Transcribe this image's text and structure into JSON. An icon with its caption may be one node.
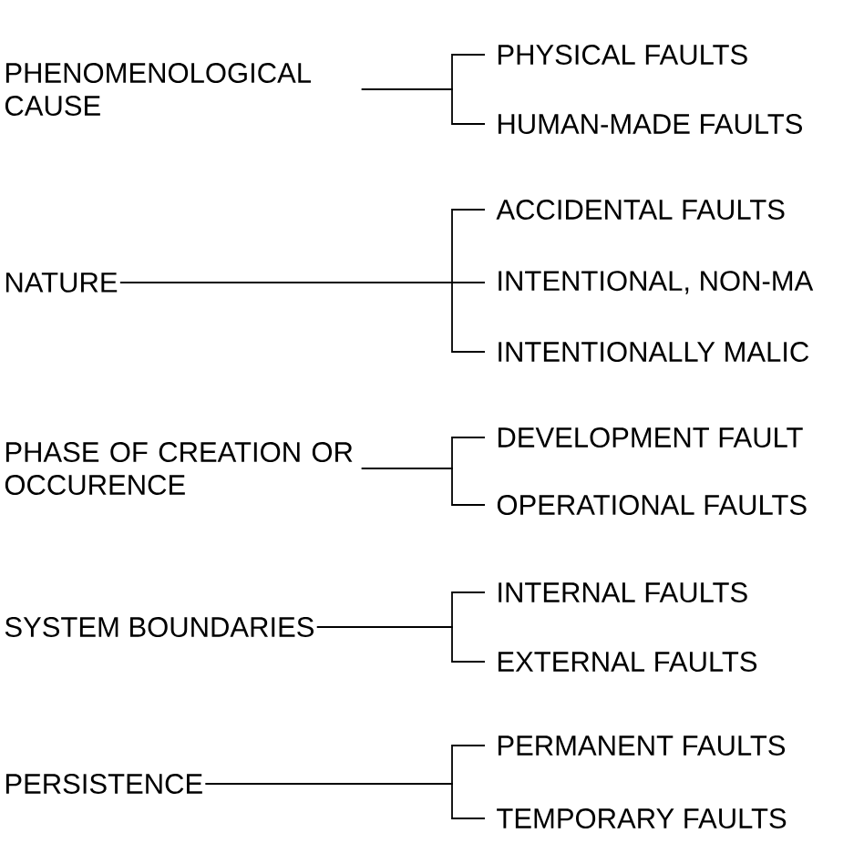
{
  "diagram": {
    "nodes": [
      {
        "text": [
          "PHENOMENOLOGICAL CAUSE"
        ]
      },
      {
        "text": [
          "PHYSICAL FAULTS"
        ]
      },
      {
        "text": [
          "HUMAN-MADE FAULTS"
        ]
      },
      {
        "text": [
          "NATURE"
        ]
      },
      {
        "text": [
          "ACCIDENTAL FAULTS"
        ]
      },
      {
        "text": [
          "INTENTIONAL, NON-MA"
        ]
      },
      {
        "text": [
          "INTENTIONALLY MALIC"
        ]
      },
      {
        "text": [
          "PHASE OF CREATION OR OCCURENCE"
        ]
      },
      {
        "text": [
          "DEVELOPMENT FAULT"
        ]
      },
      {
        "text": [
          "OPERATIONAL FAULTS"
        ]
      },
      {
        "text": [
          "SYSTEM BOUNDARIES"
        ]
      },
      {
        "text": [
          "INTERNAL FAULTS"
        ]
      },
      {
        "text": [
          "EXTERNAL FAULTS"
        ]
      },
      {
        "text": [
          "PERSISTENCE"
        ]
      },
      {
        "text": [
          "PERMANENT FAULTS"
        ]
      },
      {
        "text": [
          "TEMPORARY FAULTS"
        ]
      }
    ],
    "edges": [
      {
        "from": 0,
        "to": 1,
        "arrow": "none"
      },
      {
        "from": 0,
        "to": 2,
        "arrow": "none"
      },
      {
        "from": 3,
        "to": 4,
        "arrow": "none"
      },
      {
        "from": 3,
        "to": 5,
        "arrow": "none"
      },
      {
        "from": 3,
        "to": 6,
        "arrow": "none"
      },
      {
        "from": 7,
        "to": 8,
        "arrow": "none"
      },
      {
        "from": 7,
        "to": 9,
        "arrow": "none"
      },
      {
        "from": 10,
        "to": 11,
        "arrow": "none"
      },
      {
        "from": 10,
        "to": 12,
        "arrow": "none"
      },
      {
        "from": 13,
        "to": 14,
        "arrow": "none"
      },
      {
        "from": 13,
        "to": 15,
        "arrow": "none"
      }
    ]
  }
}
